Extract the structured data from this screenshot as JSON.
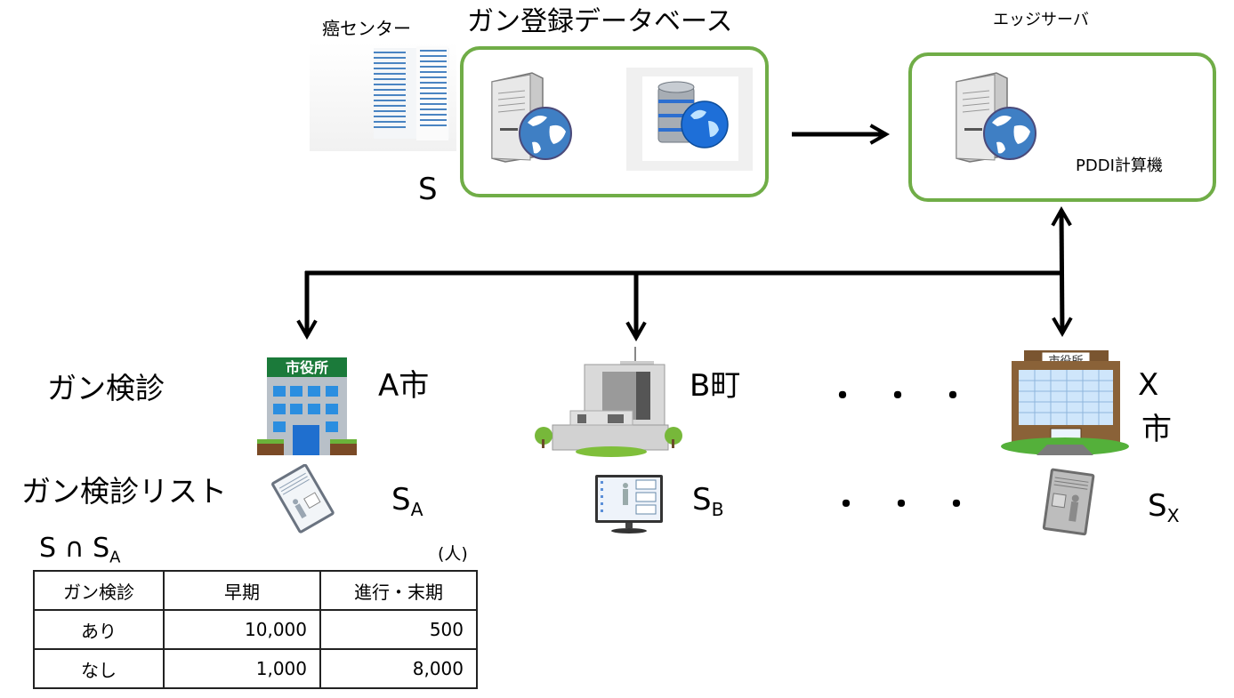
{
  "top": {
    "cancer_center_label": "癌センター",
    "registry_title": "ガン登録データベース",
    "set_s_label": "S",
    "edge_server_label": "エッジサーバ",
    "pddi_label": "PDDI計算機"
  },
  "left_labels": {
    "screening": "ガン検診",
    "screening_list": "ガン検診リスト"
  },
  "municipalities": [
    {
      "name": "A市",
      "set_label": "S",
      "set_sub": "A",
      "building_sign": "市役所"
    },
    {
      "name": "B町",
      "set_label": "S",
      "set_sub": "B",
      "building_sign": ""
    },
    {
      "name_line1": "X",
      "name_line2": "市",
      "set_label": "S",
      "set_sub": "X",
      "building_sign": "市役所"
    }
  ],
  "ellipsis": "・・・",
  "intersection": {
    "prefix": "S ∩ S",
    "sub": "A",
    "unit": "(人)"
  },
  "table": {
    "headers": [
      "ガン検診",
      "早期",
      "進行・末期"
    ],
    "rows": [
      [
        "あり",
        "10,000",
        "500"
      ],
      [
        "なし",
        "1,000",
        "8,000"
      ]
    ]
  },
  "colors": {
    "box_border": "#70ad47",
    "db_link": "#ed7d31",
    "arrow": "#000000"
  }
}
